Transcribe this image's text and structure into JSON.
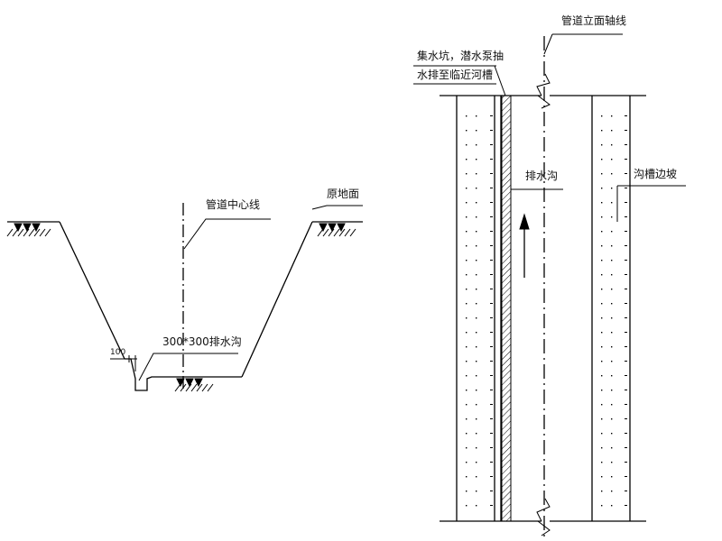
{
  "section_view": {
    "pipe_centerline_label": "管道中心线",
    "original_ground_label": "原地面",
    "ditch_label": "300*300排水沟",
    "dim_label": "100"
  },
  "plan_view": {
    "pipe_axis_label": "管道立面轴线",
    "sump_label_line1": "集水坑，潜水泵抽",
    "sump_label_line2": "水排至临近河槽",
    "ditch_label": "排水沟",
    "slope_label": "沟槽边坡"
  }
}
